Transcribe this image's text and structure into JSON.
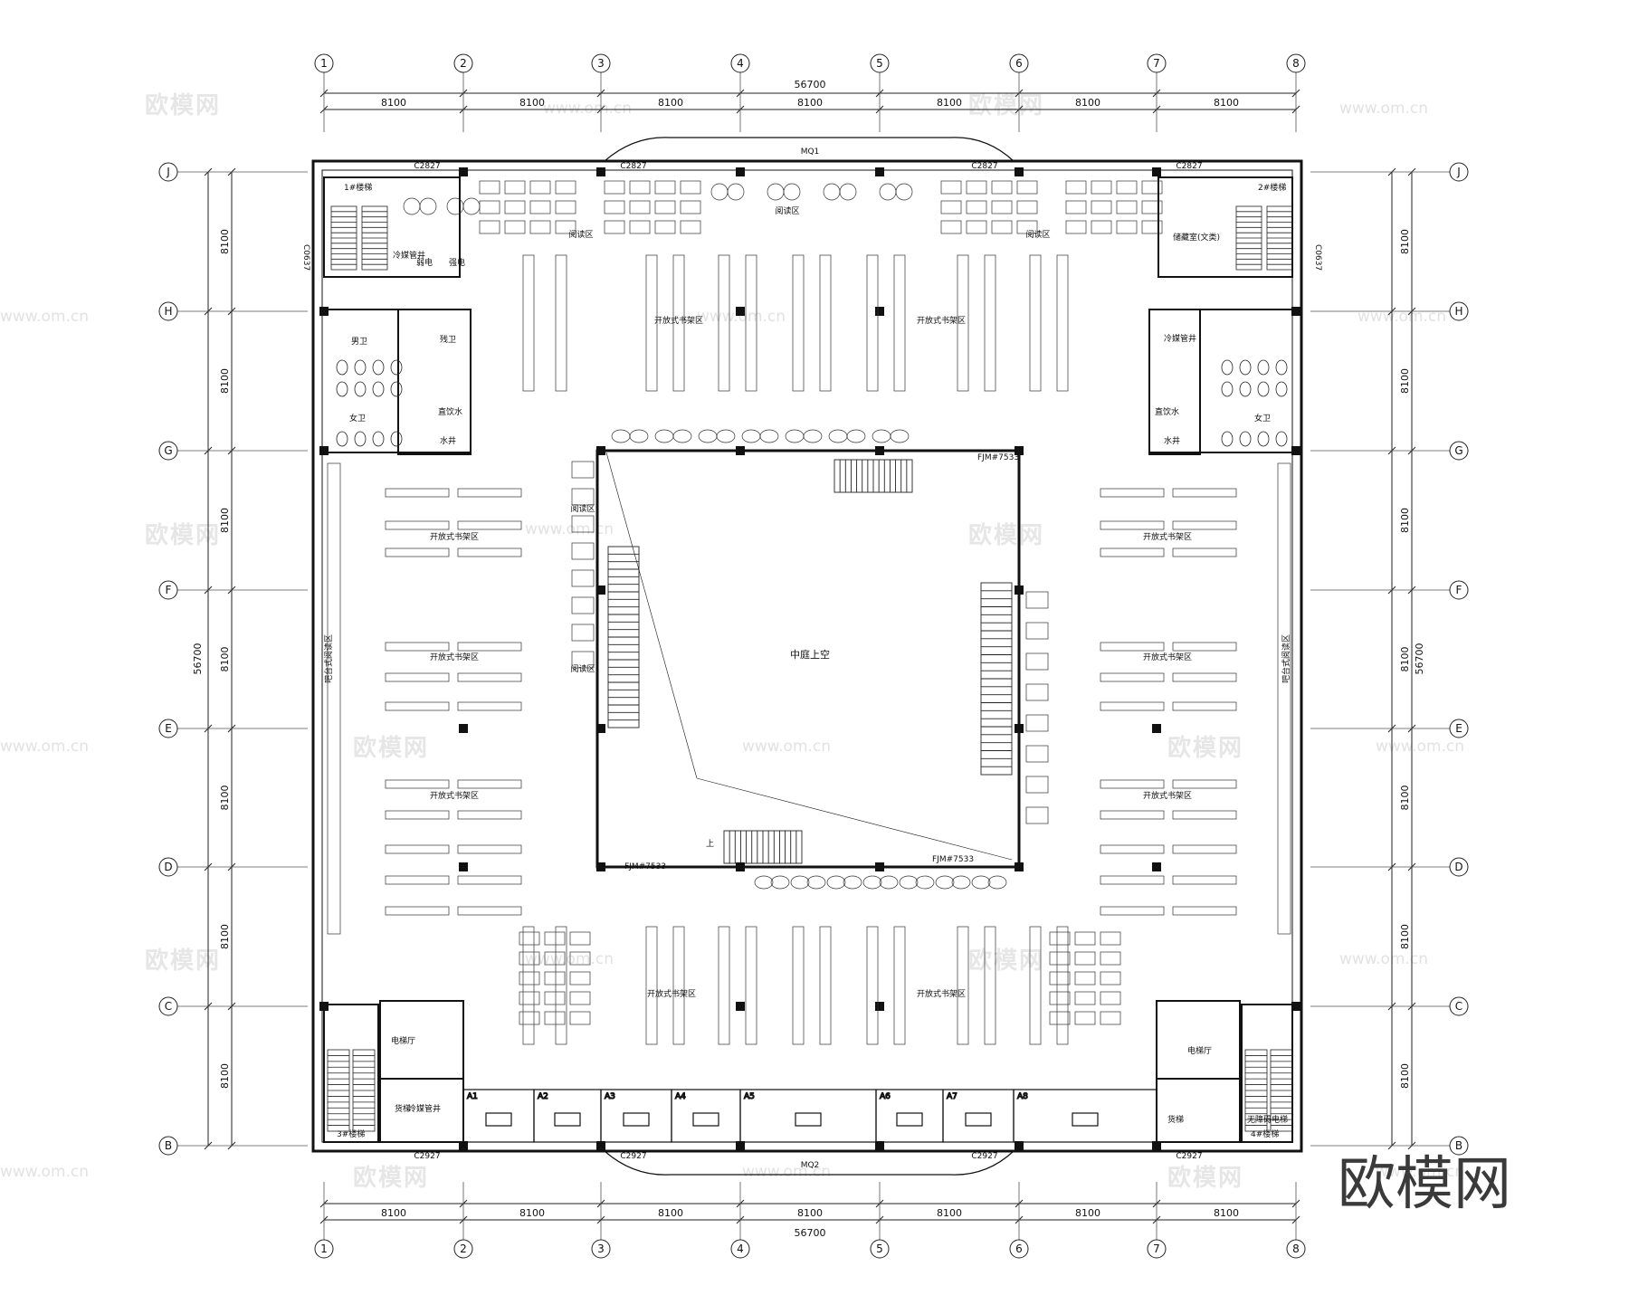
{
  "plan": {
    "grid_columns": [
      "1",
      "2",
      "3",
      "4",
      "5",
      "6",
      "7",
      "8"
    ],
    "grid_rows": [
      "J",
      "H",
      "G",
      "F",
      "E",
      "D",
      "C",
      "B"
    ],
    "bay_dimension": "8100",
    "overall_dimension": "56700",
    "curtain_walls": [
      "MQ1",
      "MQ2"
    ]
  },
  "rooms": {
    "atrium": "中庭上空",
    "reading": "阅读区",
    "open_shelves": "开放式书架区",
    "bar_reading": "吧台式阅读区",
    "stair1": "1#楼梯",
    "stair2": "2#楼梯",
    "stair3": "3#楼梯",
    "stair4": "4#楼梯",
    "storage": "储藏室(文类)",
    "cold_shaft": "冷媒管井",
    "weak_current": "弱电",
    "strong_current": "强电",
    "men_wc": "男卫",
    "women_wc": "女卫",
    "accessible_wc": "残卫",
    "drinking": "直饮水",
    "water_shaft": "水井",
    "elevator_hall": "电梯厅",
    "freight_elevator": "货梯",
    "barrier_free_elevator": "无障碍电梯",
    "up": "上"
  },
  "study_rooms": [
    "A1",
    "A2",
    "A3",
    "A4",
    "A5",
    "A6",
    "A7",
    "A8"
  ],
  "windows": {
    "top": "C2827",
    "bottom": "C2927",
    "side": "C0637",
    "fire_door": "FJM#7533"
  },
  "watermark": {
    "logo": "欧模网",
    "url": "www.om.cn"
  },
  "brand": "欧模网"
}
